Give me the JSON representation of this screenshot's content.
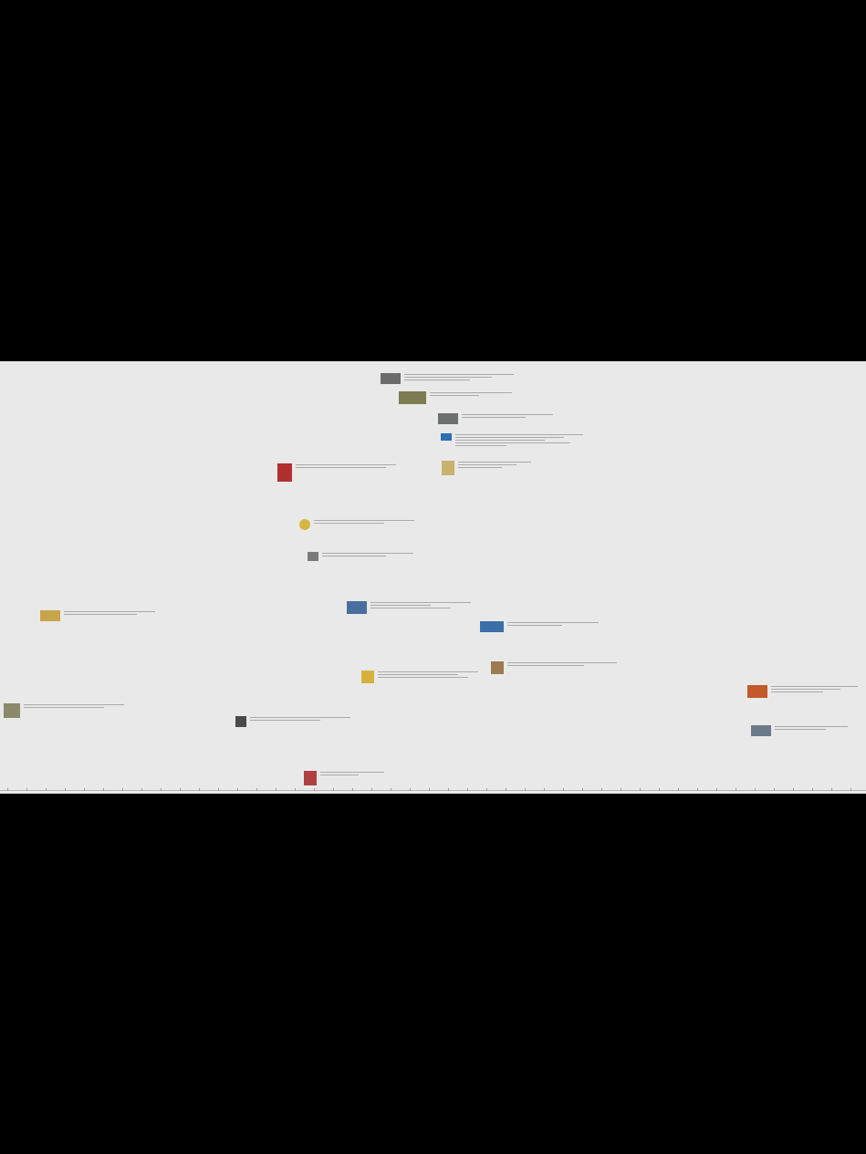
{
  "app": {
    "title": "Timeline",
    "background_color": "#e9e9e9",
    "letterbox_color": "#000000"
  },
  "nodes": [
    {
      "id": "n1",
      "title": "",
      "thumb_color": "#6b6b6b"
    },
    {
      "id": "n2",
      "title": "",
      "thumb_color": "#7d7b52"
    },
    {
      "id": "n3",
      "title": "",
      "thumb_color": "#6b6f70"
    },
    {
      "id": "n4",
      "title": "",
      "thumb_color": "#2f6fb0"
    },
    {
      "id": "n5",
      "title": "",
      "thumb_color": "#c9b36a"
    },
    {
      "id": "n6",
      "title": "",
      "thumb_color": "#b03030"
    },
    {
      "id": "n7",
      "title": "",
      "thumb_color": "#d7b640"
    },
    {
      "id": "n8",
      "title": "",
      "thumb_color": "#7a7a7a"
    },
    {
      "id": "n9",
      "title": "",
      "thumb_color": "#4a6ea0"
    },
    {
      "id": "n10",
      "title": "",
      "thumb_color": "#c9a44a"
    },
    {
      "id": "n11",
      "title": "",
      "thumb_color": "#3a6fa7"
    },
    {
      "id": "n12",
      "title": "",
      "thumb_color": "#d6b23d"
    },
    {
      "id": "n13",
      "title": "",
      "thumb_color": "#9c7b52"
    },
    {
      "id": "n14",
      "title": "",
      "thumb_color": "#6a7a8a"
    },
    {
      "id": "n15",
      "title": "",
      "thumb_color": "#c25a2a"
    },
    {
      "id": "n16",
      "title": "",
      "thumb_color": "#8a8a6a"
    },
    {
      "id": "n17",
      "title": "",
      "thumb_color": "#4a4a4a"
    },
    {
      "id": "n18",
      "title": "",
      "thumb_color": "#b04040"
    }
  ]
}
